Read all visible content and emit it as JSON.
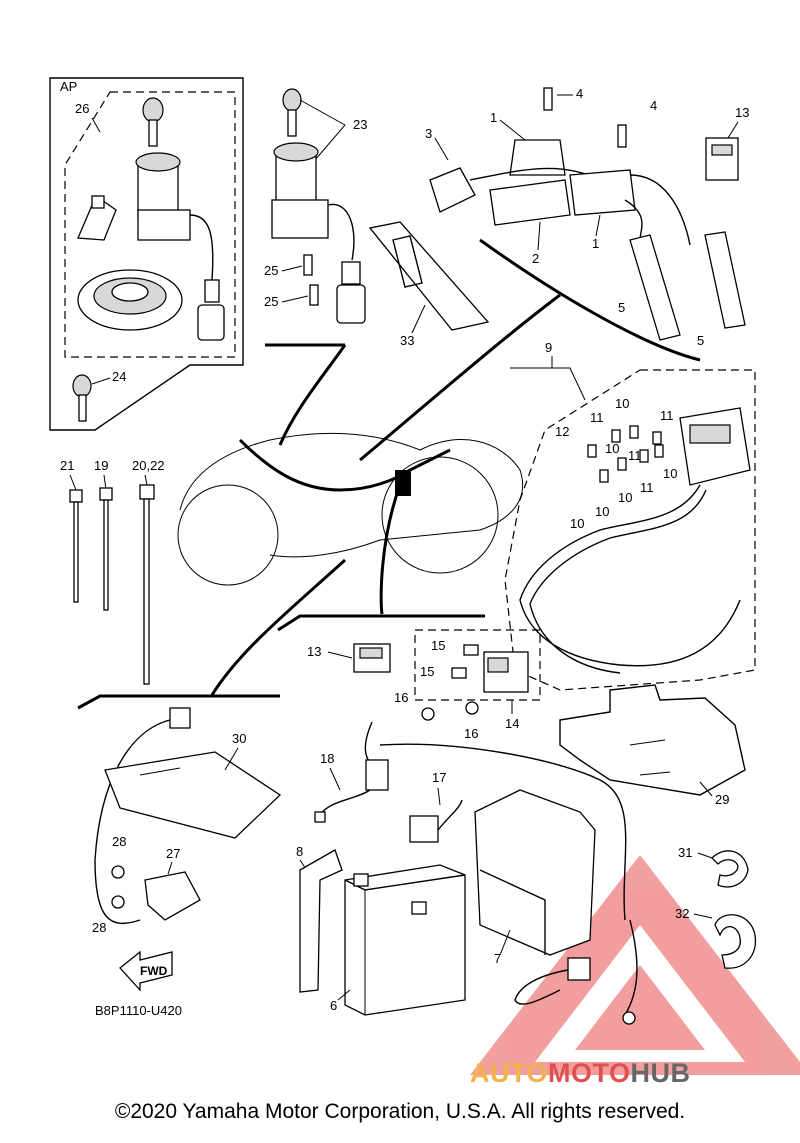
{
  "diagram": {
    "code": "B8P1110-U420",
    "group_label": "AP",
    "fwd_label": "FWD",
    "callouts": [
      "1",
      "1",
      "2",
      "3",
      "4",
      "4",
      "5",
      "5",
      "6",
      "7",
      "8",
      "9",
      "10",
      "10",
      "10",
      "10",
      "10",
      "10",
      "11",
      "11",
      "11",
      "11",
      "12",
      "13",
      "13",
      "14",
      "15",
      "15",
      "16",
      "16",
      "17",
      "18",
      "19",
      "20,22",
      "21",
      "23",
      "24",
      "25",
      "25",
      "26",
      "27",
      "28",
      "28",
      "29",
      "30",
      "31",
      "32",
      "33"
    ],
    "watermark_colors": {
      "triangle": "#e85050",
      "auto": "#f3b24b",
      "moto": "#e05050",
      "hub": "#666666"
    }
  },
  "watermark": {
    "part1": "AUTO",
    "part2": "MOTO",
    "part3": "HUB"
  },
  "footer": {
    "copyright": "©2020 Yamaha Motor Corporation, U.S.A. All rights reserved."
  }
}
